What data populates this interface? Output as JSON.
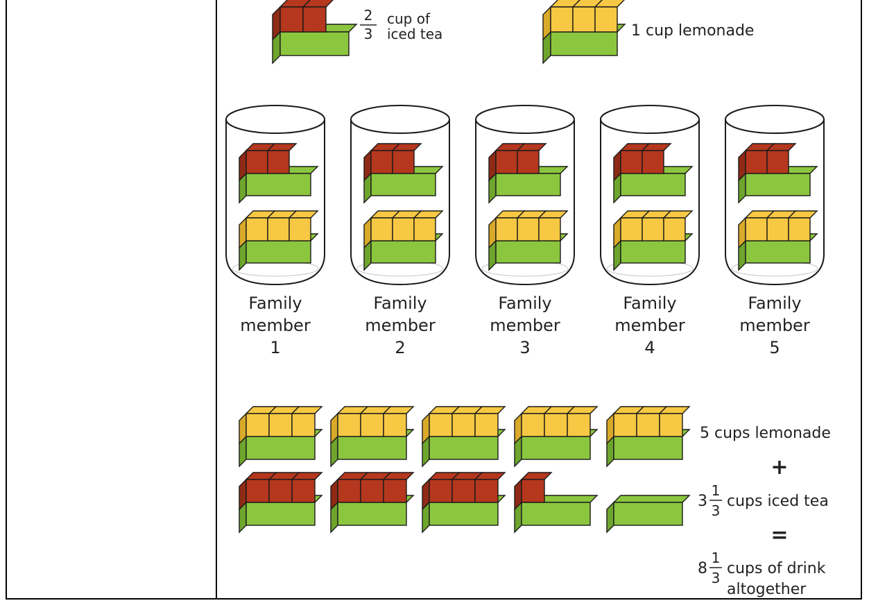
{
  "colors": {
    "tea": "#b5371e",
    "tea_side": "#8e2a15",
    "lemon": "#f7c843",
    "lemon_side": "#d9a92a",
    "green": "#8cc63f",
    "green_side": "#6ea52d",
    "outline": "#1a1a1a"
  },
  "legend": {
    "tea_fraction_num": "2",
    "tea_fraction_den": "3",
    "tea_text_line1": "cup of",
    "tea_text_line2": "iced tea",
    "lemon_text": "1 cup lemonade"
  },
  "cups": [
    {
      "line1": "Family",
      "line2": "member",
      "line3": "1"
    },
    {
      "line1": "Family",
      "line2": "member",
      "line3": "2"
    },
    {
      "line1": "Family",
      "line2": "member",
      "line3": "3"
    },
    {
      "line1": "Family",
      "line2": "member",
      "line3": "4"
    },
    {
      "line1": "Family",
      "line2": "member",
      "line3": "5"
    }
  ],
  "totals": {
    "lemonade_text": "5 cups lemonade",
    "plus": "+",
    "tea_whole": "3",
    "tea_num": "1",
    "tea_den": "3",
    "tea_text": "cups iced tea",
    "equals": "=",
    "drink_whole": "8",
    "drink_num": "1",
    "drink_den": "3",
    "drink_text_line1": "cups of drink",
    "drink_text_line2": "altogether"
  },
  "totals_rows": {
    "lemonade_blocks": [
      3,
      3,
      3,
      3,
      3
    ],
    "tea_blocks": [
      3,
      3,
      3,
      1,
      0
    ]
  }
}
